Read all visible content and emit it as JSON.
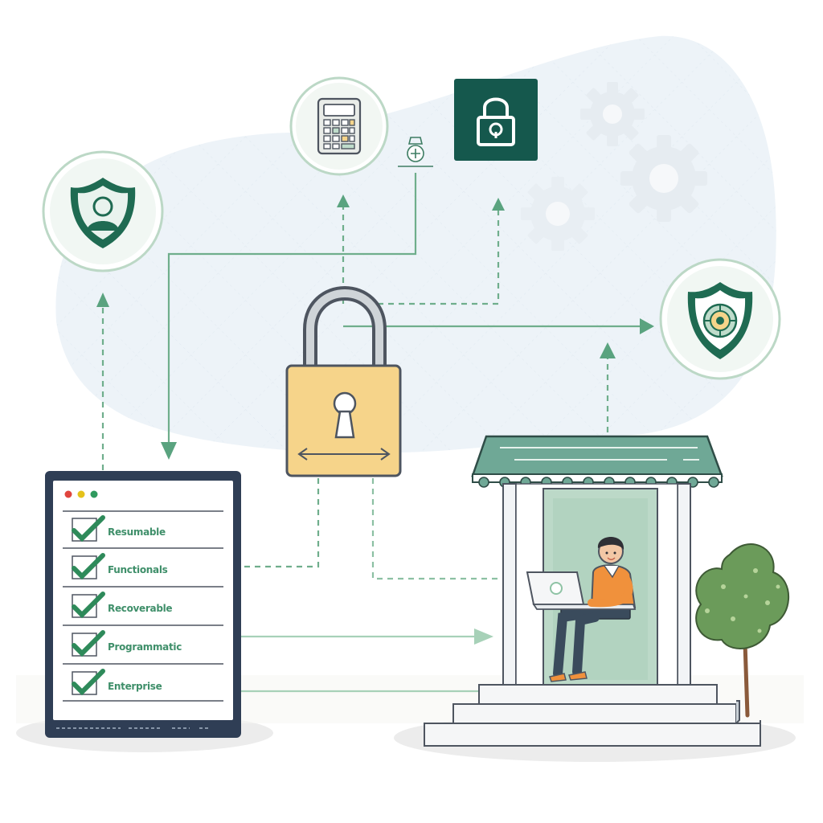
{
  "colors": {
    "primary_green": "#1f6b52",
    "dark_teal": "#15584d",
    "light_green": "#8fc3a5",
    "mint_fill": "#bfdccb",
    "padlock_yellow": "#f6d48a",
    "padlock_outline": "#4e5560",
    "monitor_dark": "#2f3e55",
    "check_green": "#2e8a5a",
    "orange_shirt": "#f0913c",
    "background_wash": "#eaf2f8"
  },
  "icons": {
    "top_left_badge": "user-shield-icon",
    "top_center_badge": "calculator-icon",
    "top_square": "lock-square-icon",
    "right_badge": "shield-emblem-icon",
    "center": "padlock-icon",
    "gears": "gear-icon",
    "small_node": "network-node-icon"
  },
  "window_dots": [
    "#e0453e",
    "#e5c21a",
    "#2f9a5e"
  ],
  "checklist": {
    "items": [
      {
        "label": "Resumable"
      },
      {
        "label": "Functionals"
      },
      {
        "label": "Recoverable"
      },
      {
        "label": "Programmatic"
      },
      {
        "label": "Enterprise"
      }
    ]
  }
}
